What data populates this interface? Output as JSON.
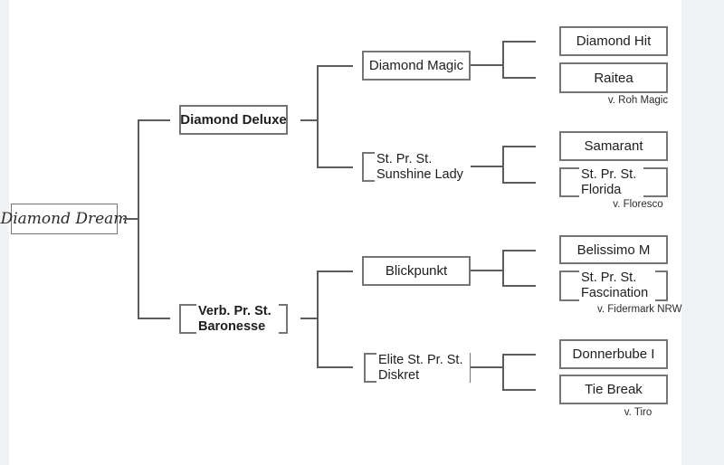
{
  "colors": {
    "page_background": "#ffffff",
    "gutter": "#f1f2f3",
    "box_border": "#757575",
    "connector_line": "#5c5c5c",
    "text": "#1e1e1e"
  },
  "pedigree": {
    "nodes": {
      "dream": {
        "label": "Diamond Dream"
      },
      "deluxe": {
        "label": "Diamond Deluxe"
      },
      "baronesse": {
        "line1": "Verb. Pr. St.",
        "line2": "Baronesse"
      },
      "magic": {
        "label": "Diamond Magic"
      },
      "sunshine": {
        "line1": "St. Pr. St.",
        "line2": "Sunshine Lady"
      },
      "blickpunkt": {
        "label": "Blickpunkt"
      },
      "diskret": {
        "line1": "Elite St. Pr. St.",
        "line2": "Diskret"
      },
      "hit": {
        "label": "Diamond Hit"
      },
      "raitea": {
        "label": "Raitea",
        "sire_note": "v. Roh Magic"
      },
      "samarant": {
        "label": "Samarant"
      },
      "florida": {
        "line1": "St. Pr. St.",
        "line2": "Florida",
        "sire_note": "v. Floresco"
      },
      "belissimo": {
        "label": "Belissimo M"
      },
      "fascination": {
        "line1": "St. Pr. St.",
        "line2": "Fascination",
        "sire_note": "v. Fidermark NRW"
      },
      "donnerbube": {
        "label": "Donnerbube I"
      },
      "tiebreak": {
        "label": "Tie Break",
        "sire_note": "v. Tiro"
      }
    }
  }
}
